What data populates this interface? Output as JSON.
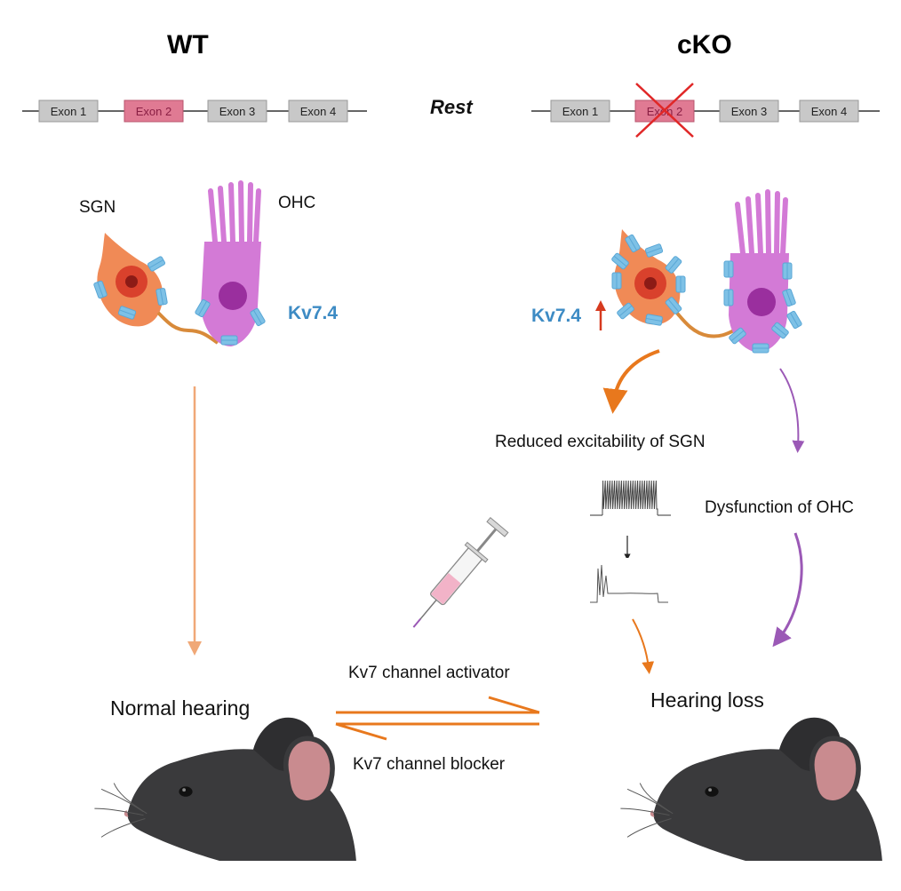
{
  "titles": {
    "wt": "WT",
    "cko": "cKO",
    "state": "Rest"
  },
  "exons": [
    "Exon 1",
    "Exon 2",
    "Exon 3",
    "Exon 4"
  ],
  "cells": {
    "sgn": "SGN",
    "ohc": "OHC"
  },
  "channel": {
    "wt_label": "Kv7.4",
    "cko_label": "Kv7.4"
  },
  "effects": {
    "sgn_effect": "Reduced excitability of SGN",
    "ohc_effect": "Dysfunction of OHC"
  },
  "outcomes": {
    "wt": "Normal  hearing",
    "cko": "Hearing loss"
  },
  "treatment": {
    "activator": "Kv7 channel activator",
    "blocker": "Kv7 channel blocker"
  },
  "colors": {
    "exon_box": "#c8c8c8",
    "exon2_box": "#e07a93",
    "sgn_body": "#f08a56",
    "ohc_body": "#d37ad6",
    "channel": "#7ec1e6",
    "kv_text": "#3d8bc4",
    "orange_arrow": "#e8781d",
    "purple_arrow": "#9b59b6",
    "wt_arrow": "#f0a877",
    "cross": "#e02727"
  },
  "icons": [
    "syringe-icon",
    "mouse-icon",
    "up-arrow-icon",
    "cross-icon"
  ]
}
